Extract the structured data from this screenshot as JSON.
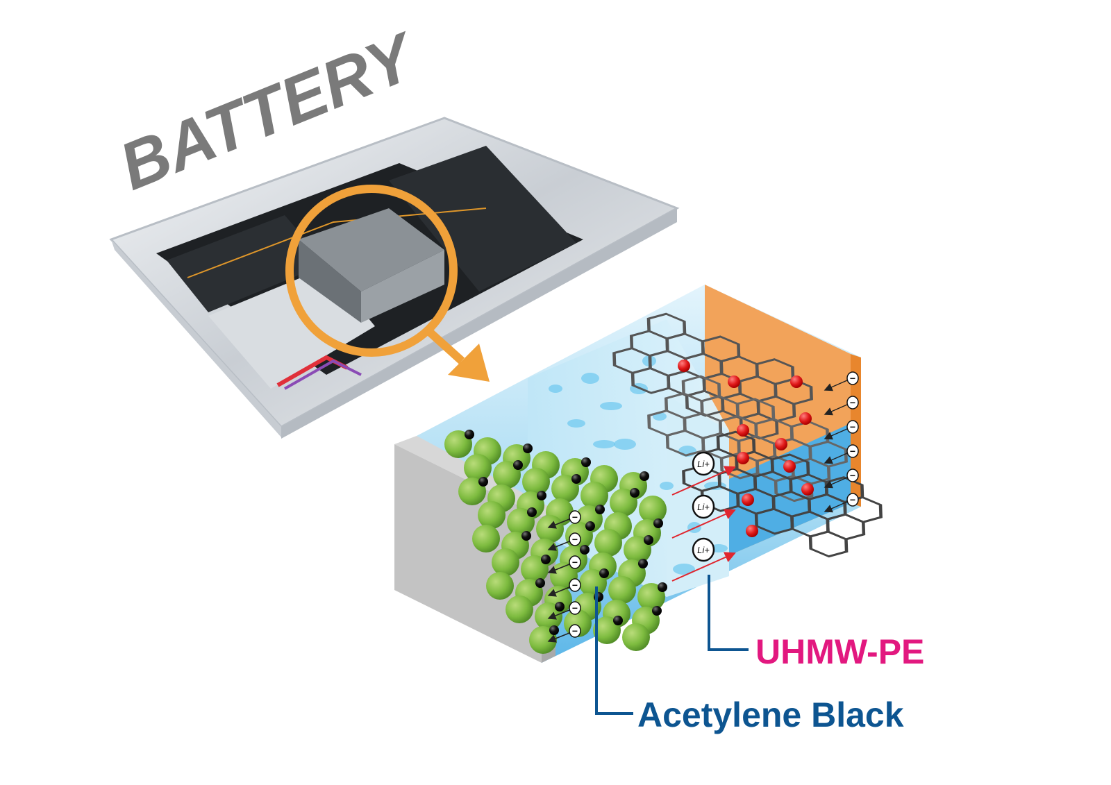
{
  "title": "BATTERY",
  "ion_label": "Li+",
  "ion_symbol": "Li",
  "ion_charge": "+",
  "electron_symbol": "−",
  "labels": {
    "separator": "UHMW-PE",
    "conductive_additive": "Acetylene Black"
  },
  "colors": {
    "title": "#7a7a7a",
    "separator_label": "#e2187f",
    "additive_label": "#0d5591",
    "callout_circle": "#f0a13a",
    "active_material": "#7dbb3f",
    "cathode_face": "#f2a35a",
    "electrolyte": "#5bb6e8"
  }
}
